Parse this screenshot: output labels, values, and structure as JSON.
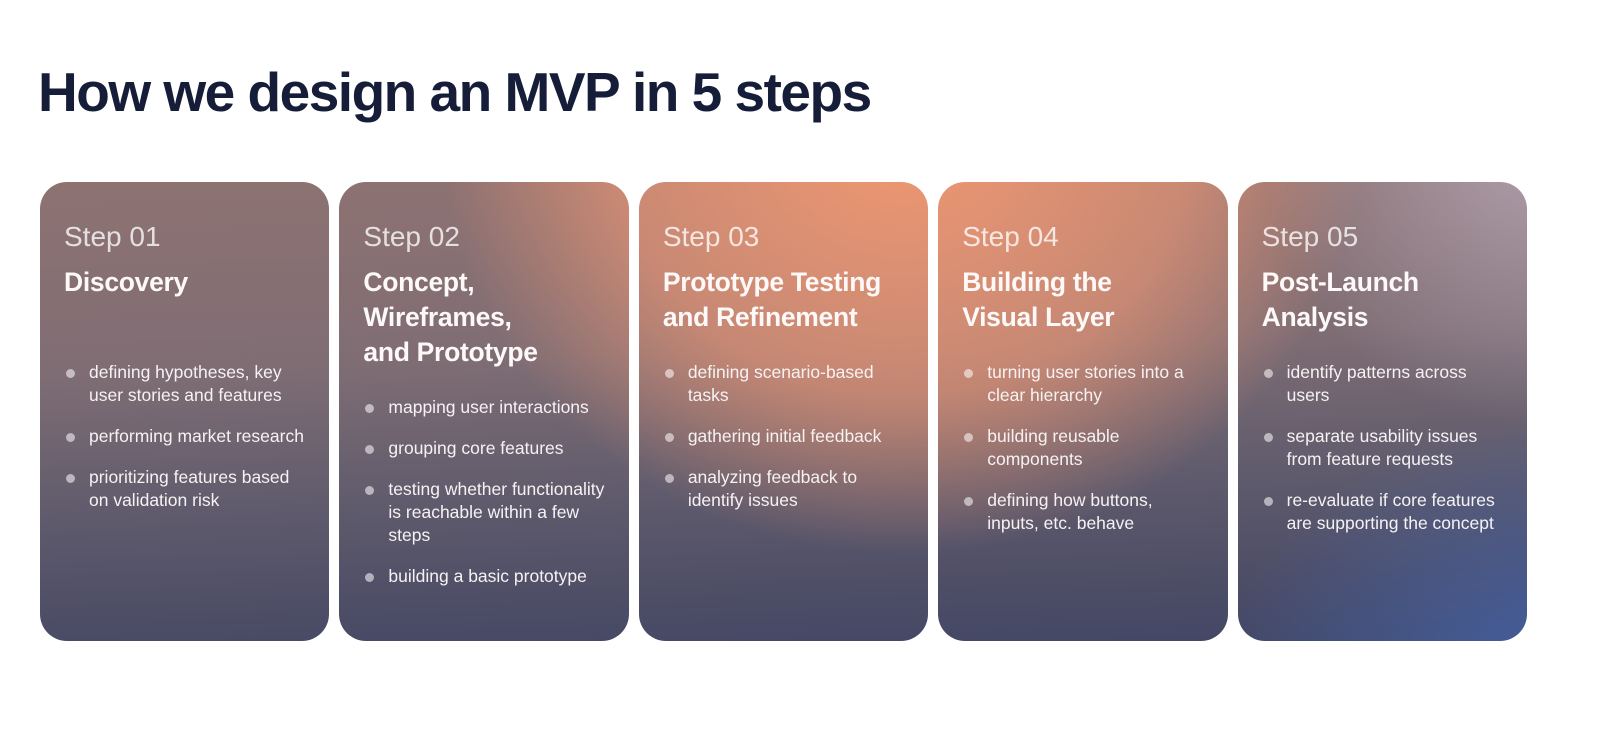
{
  "page": {
    "title": "How we design an MVP in 5 steps",
    "background_color": "#ffffff",
    "title_color": "#161d38"
  },
  "colors": {
    "glow_orange": "#f0997a",
    "top_left_mauve": "#8d7473",
    "top_right_lavender": "#a89aa9",
    "bottom_slate": "#565560",
    "bottom_navy": "#3f4467",
    "bottom_right_blue": "#44568c",
    "bullet_dot": "rgba(255,255,255,0.55)",
    "card_text": "#f6f2f3"
  },
  "steps": [
    {
      "step_label": "Step 01",
      "title": "Discovery",
      "bullets": [
        "defining hypotheses, key user stories and features",
        "performing market research",
        "prioritizing features based on validation risk"
      ]
    },
    {
      "step_label": "Step 02",
      "title": "Concept, Wireframes,\nand Prototype",
      "bullets": [
        "mapping user interactions",
        "grouping core features",
        "testing whether functionality is reachable within a few steps",
        "building a basic prototype"
      ]
    },
    {
      "step_label": "Step 03",
      "title": "Prototype Testing\nand Refinement",
      "bullets": [
        "defining scenario-based tasks",
        "gathering initial feedback",
        "analyzing feedback to identify issues"
      ]
    },
    {
      "step_label": "Step 04",
      "title": "Building the\nVisual Layer",
      "bullets": [
        "turning user stories into a clear hierarchy",
        "building reusable components",
        "defining how buttons, inputs, etc. behave"
      ]
    },
    {
      "step_label": "Step 05",
      "title": "Post-Launch\nAnalysis",
      "bullets": [
        "identify patterns across users",
        "separate usability issues from feature requests",
        "re-evaluate if core features are supporting the concept"
      ]
    }
  ]
}
